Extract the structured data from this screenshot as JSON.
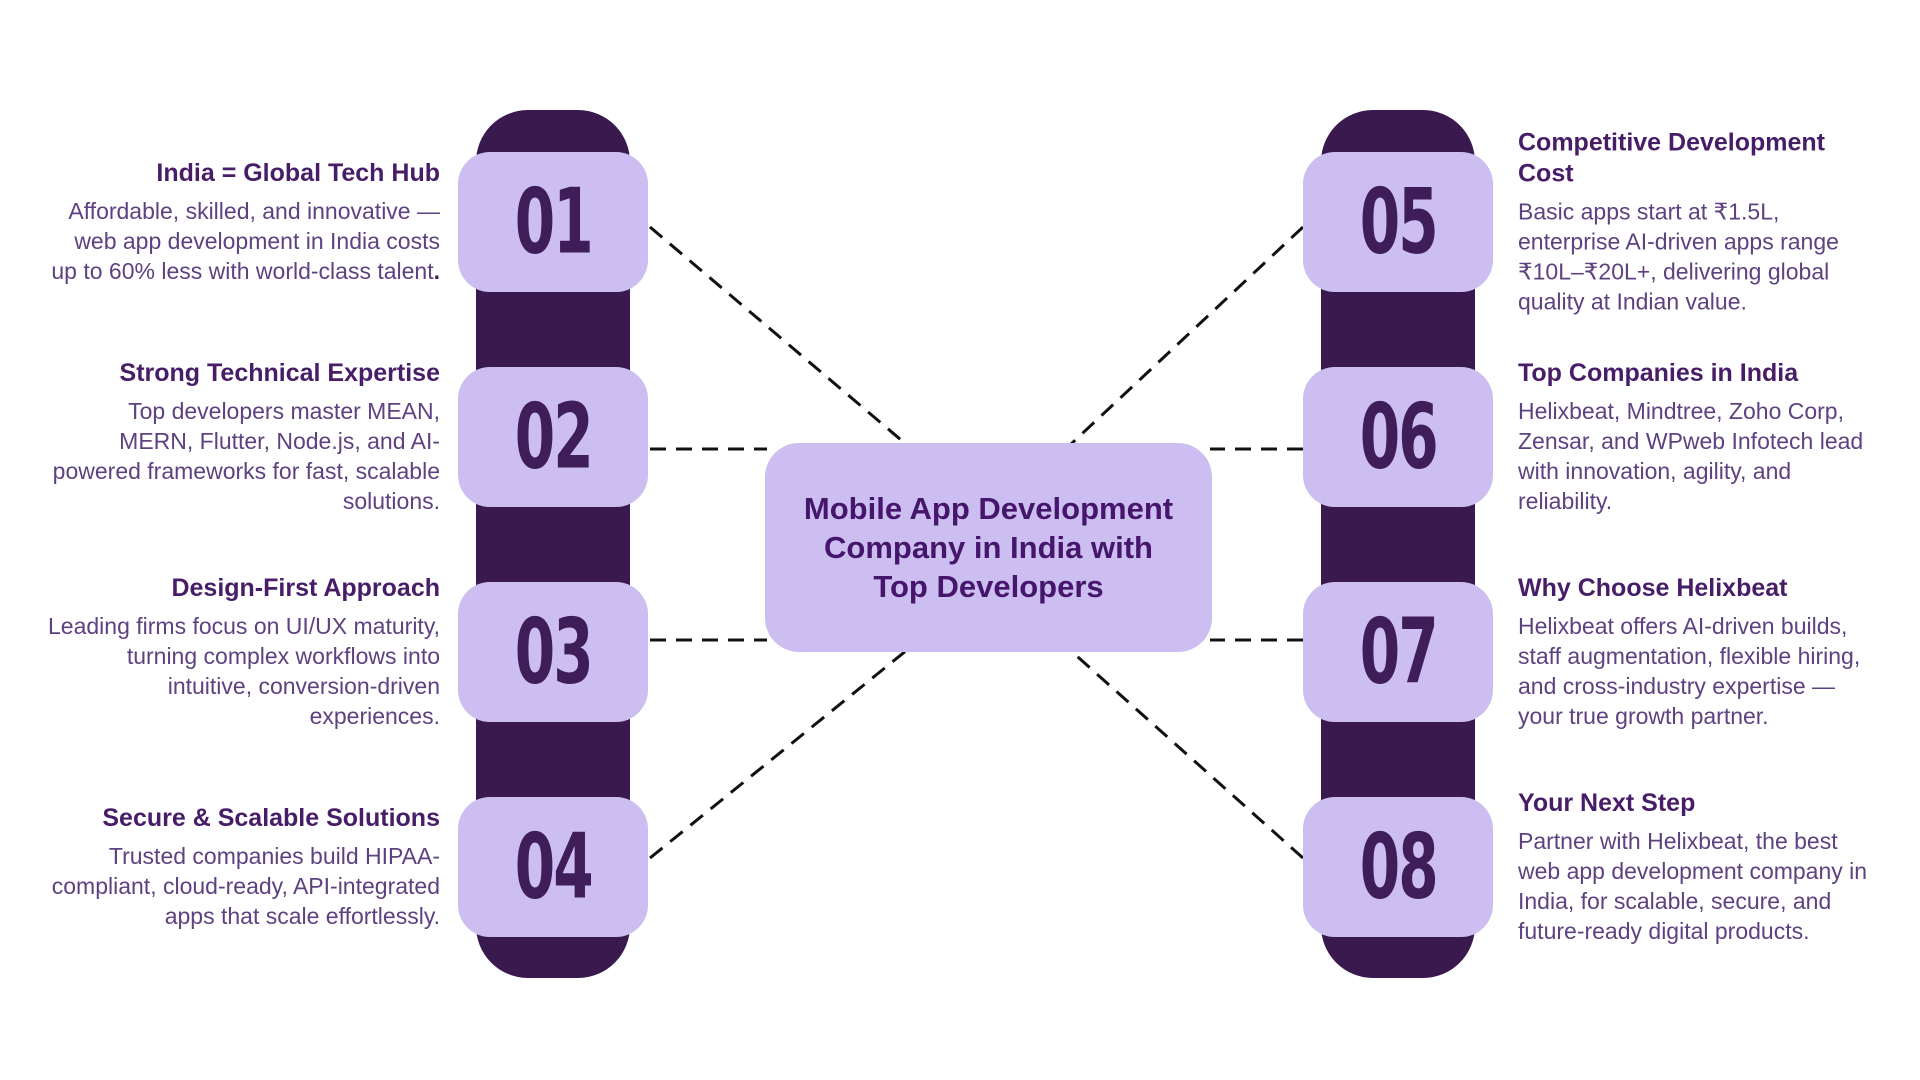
{
  "center": {
    "title": "Mobile App Development Company in India with Top Developers"
  },
  "colors": {
    "spine_dark_purple": "#3A1A4E",
    "card_light_purple": "#CCBEF0",
    "number_purple": "#3E1D58",
    "title_purple": "#471D68",
    "body_purple": "#5E4180",
    "connector_black": "#111111",
    "background": "#ffffff"
  },
  "items": [
    {
      "number": "01",
      "side": "left",
      "title": "India = Global Tech Hub",
      "body": "Affordable, skilled, and innovative — web app development in India costs up to 60% less with world-class talent",
      "body_bold_suffix": "."
    },
    {
      "number": "02",
      "side": "left",
      "title": "Strong Technical Expertise",
      "body": "Top developers master MEAN, MERN, Flutter, Node.js, and AI-powered frameworks for fast, scalable solutions.",
      "body_bold_suffix": ""
    },
    {
      "number": "03",
      "side": "left",
      "title": "Design-First Approach",
      "body": "Leading firms focus on UI/UX maturity, turning complex workflows into intuitive, conversion-driven experiences.",
      "body_bold_suffix": ""
    },
    {
      "number": "04",
      "side": "left",
      "title": "Secure & Scalable Solutions",
      "body": "Trusted companies build HIPAA-compliant, cloud-ready, API-integrated apps that scale effortlessly.",
      "body_bold_suffix": ""
    },
    {
      "number": "05",
      "side": "right",
      "title": "Competitive Development Cost",
      "body": "Basic apps start at ₹1.5L, enterprise AI-driven apps range ₹10L–₹20L+, delivering global quality at Indian value.",
      "body_bold_suffix": ""
    },
    {
      "number": "06",
      "side": "right",
      "title": "Top Companies in India",
      "body": "Helixbeat, Mindtree, Zoho Corp, Zensar, and WPweb Infotech lead with innovation, agility, and reliability.",
      "body_bold_suffix": ""
    },
    {
      "number": "07",
      "side": "right",
      "title": "Why Choose Helixbeat",
      "body": "Helixbeat offers AI-driven builds, staff augmentation, flexible hiring, and cross-industry expertise — your true growth partner.",
      "body_bold_suffix": ""
    },
    {
      "number": "08",
      "side": "right",
      "title": "Your Next Step",
      "body": "Partner with Helixbeat, the best web app development company in India, for scalable, secure, and future-ready digital products.",
      "body_bold_suffix": ""
    }
  ]
}
